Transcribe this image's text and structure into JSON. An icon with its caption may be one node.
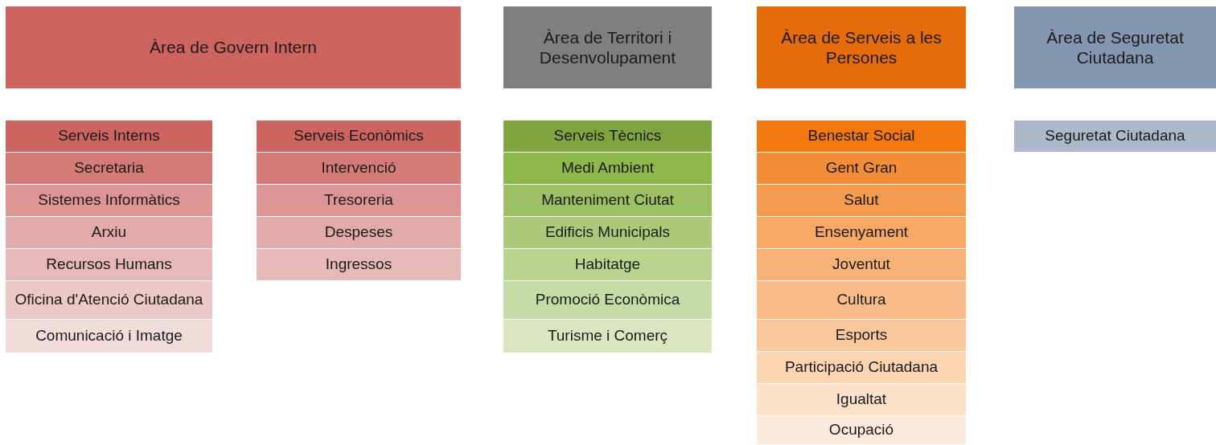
{
  "diagram": {
    "nodes": [
      {
        "text": [
          "Àrea de Govern Intern"
        ]
      },
      {
        "text": [
          "Àrea de Territori i Desenvolupament"
        ]
      },
      {
        "text": [
          "Àrea de Serveis a les Persones"
        ]
      },
      {
        "text": [
          "Àrea de Seguretat Ciutadana"
        ]
      },
      {
        "text": [
          "Serveis Interns"
        ]
      },
      {
        "text": [
          "Secretaria"
        ]
      },
      {
        "text": [
          "Sistemes Informàtics"
        ]
      },
      {
        "text": [
          "Arxiu"
        ]
      },
      {
        "text": [
          "Recursos Humans"
        ]
      },
      {
        "text": [
          "Oficina d'Atenció Ciutadana"
        ]
      },
      {
        "text": [
          "Comunicació i Imatge"
        ]
      },
      {
        "text": [
          "Serveis Econòmics"
        ]
      },
      {
        "text": [
          "Intervenció"
        ]
      },
      {
        "text": [
          "Tresoreria"
        ]
      },
      {
        "text": [
          "Despeses"
        ]
      },
      {
        "text": [
          "Ingressos"
        ]
      },
      {
        "text": [
          "Serveis Tècnics"
        ]
      },
      {
        "text": [
          "Medi Ambient"
        ]
      },
      {
        "text": [
          "Manteniment Ciutat"
        ]
      },
      {
        "text": [
          "Edificis Municipals"
        ]
      },
      {
        "text": [
          "Habitatge"
        ]
      },
      {
        "text": [
          "Promoció Econòmica"
        ]
      },
      {
        "text": [
          "Turisme i Comerç"
        ]
      },
      {
        "text": [
          "Benestar Social"
        ]
      },
      {
        "text": [
          "Gent Gran"
        ]
      },
      {
        "text": [
          "Salut"
        ]
      },
      {
        "text": [
          "Ensenyament"
        ]
      },
      {
        "text": [
          "Joventut"
        ]
      },
      {
        "text": [
          "Cultura"
        ]
      },
      {
        "text": [
          "Esports"
        ]
      },
      {
        "text": [
          "Participació Ciutadana"
        ]
      },
      {
        "text": [
          "Igualtat"
        ]
      },
      {
        "text": [
          "Ocupació"
        ]
      },
      {
        "text": [
          "Seguretat Ciutadana"
        ]
      }
    ]
  }
}
